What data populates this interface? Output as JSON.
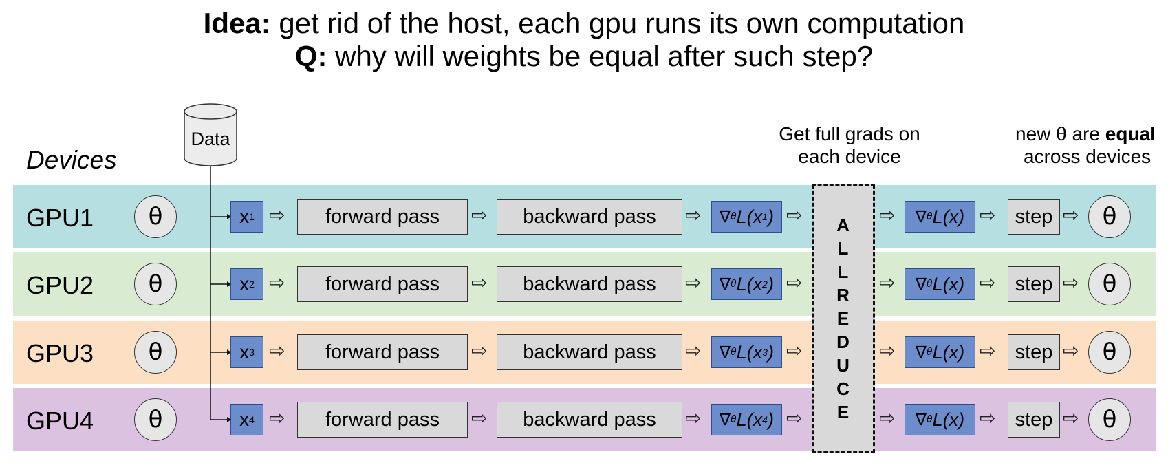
{
  "title": {
    "line1_bold": "Idea:",
    "line1_text": " get rid of the host, each gpu runs its own computation",
    "line2_bold": "Q:",
    "line2_text": " why will weights be equal after such step?"
  },
  "devices_label": "Devices",
  "data_label": "Data",
  "notes": {
    "grads_line1": "Get full grads on",
    "grads_line2": "each device",
    "equal_pre": "new θ are ",
    "equal_bold": "equal",
    "equal_line2": "across devices"
  },
  "allreduce_letters": [
    "A",
    "L",
    "L",
    "R",
    "E",
    "D",
    "U",
    "C",
    "E"
  ],
  "theta_symbol": "θ",
  "arrow_symbol": "⇨",
  "lanes": [
    {
      "label": "GPU1",
      "color": "#b5dfe0",
      "x_main": "x",
      "x_sub": "1",
      "grad_sub": "1"
    },
    {
      "label": "GPU2",
      "color": "#d9ecd2",
      "x_main": "x",
      "x_sub": "2",
      "grad_sub": "2"
    },
    {
      "label": "GPU3",
      "color": "#fde0c3",
      "x_main": "x",
      "x_sub": "3",
      "grad_sub": "3"
    },
    {
      "label": "GPU4",
      "color": "#dcc2e1",
      "x_main": "x",
      "x_sub": "4",
      "grad_sub": "4"
    }
  ],
  "steps": {
    "forward": "forward pass",
    "backward": "backward pass",
    "step": "step",
    "grad_nabla": "∇",
    "grad_theta": "θ",
    "grad_L": "L(x",
    "grad_close": ")",
    "grad_full": "L(x)"
  },
  "colors": {
    "blue_box": "#6b8dcc",
    "gray_box": "#d9d9d9"
  }
}
